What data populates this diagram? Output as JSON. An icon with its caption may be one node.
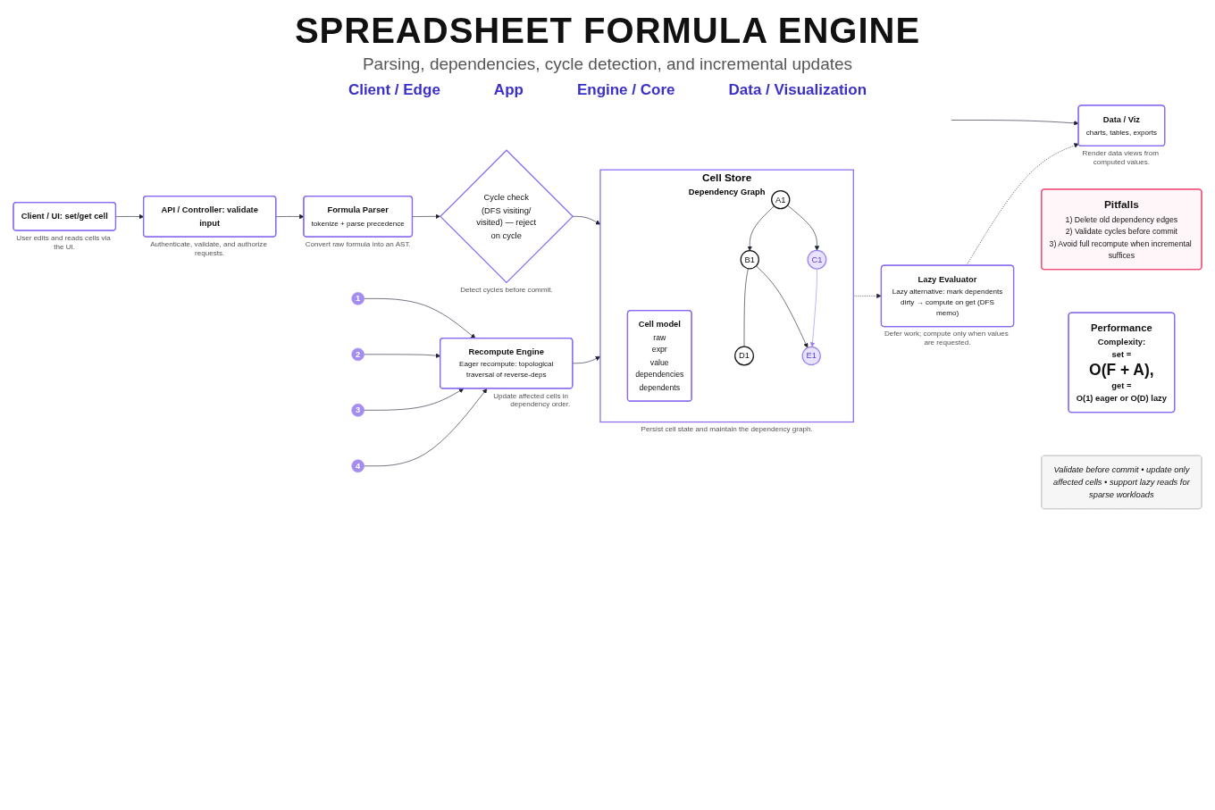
{
  "diagram": {
    "title": "SPREADSHEET FORMULA ENGINE",
    "nodes": [
      {
        "text": [
          "Client / UI: set/get cell"
        ],
        "beside": [
          "User edits and reads cells via the UI."
        ]
      },
      {
        "text": [
          "API / Controller: validate input"
        ],
        "beside": [
          "Authenticate, validate, and authorize requests."
        ]
      },
      {
        "text": [
          "Formula Parser",
          "tokenize + parse precedence"
        ],
        "beside": [
          "Convert raw formula into an AST."
        ]
      },
      {
        "text": [
          "Cycle check (DFS visiting/ visited) — reject on cycle"
        ],
        "beside": [
          "Detect cycles before commit."
        ]
      },
      {
        "text": [
          "Cell Store",
          "Dependency Graph"
        ],
        "beside": [
          "Persist cell state and maintain the dependency graph."
        ]
      },
      {
        "text": [
          "Cell model",
          "raw",
          "expr",
          "value",
          "dependencies",
          "dependents"
        ],
        "in": 4
      },
      {
        "text": [
          "A1"
        ],
        "in": 4
      },
      {
        "text": [
          "B1"
        ],
        "in": 4
      },
      {
        "text": [
          "C1"
        ],
        "in": 4
      },
      {
        "text": [
          "D1"
        ],
        "in": 4
      },
      {
        "text": [
          "E1"
        ],
        "in": 4
      },
      {
        "text": [
          "Recompute Engine",
          "Eager recompute: topological traversal of reverse-deps"
        ],
        "beside": [
          "Update affected cells in dependency order."
        ]
      },
      {
        "text": [
          "1"
        ]
      },
      {
        "text": [
          "2"
        ]
      },
      {
        "text": [
          "3"
        ]
      },
      {
        "text": [
          "4"
        ]
      },
      {
        "text": [
          "Data / Viz",
          "charts, tables, exports"
        ],
        "beside": [
          "Render data views from computed values."
        ]
      },
      {
        "text": [
          "Lazy Evaluator",
          "Lazy alternative: mark dependents dirty → compute on get (DFS memo)"
        ],
        "beside": [
          "Defer work; compute only when values are requested."
        ]
      },
      {
        "text": [
          "Pitfalls",
          "1) Delete old dependency edges",
          "2) Validate cycles before commit",
          "3) Avoid full recompute when incremental suffices"
        ]
      },
      {
        "text": [
          "Performance",
          "Complexity:",
          "set =",
          "O(F + A),",
          "get =",
          "O(1) eager or O(D) lazy"
        ]
      },
      {
        "text": [
          "Validate before commit • update only affected cells • support lazy reads for sparse workloads"
        ]
      }
    ],
    "edges": [
      {
        "from": 0,
        "to": 1,
        "arrow": "to"
      },
      {
        "from": 1,
        "to": 2,
        "arrow": "to"
      },
      {
        "from": 2,
        "to": 3,
        "arrow": "to"
      },
      {
        "from": 3,
        "to": 4,
        "arrow": "to"
      },
      {
        "from": 6,
        "to": 7,
        "arrow": "to"
      },
      {
        "from": 6,
        "to": 8,
        "arrow": "to"
      },
      {
        "from": 7,
        "to": 9,
        "arrow": "none"
      },
      {
        "from": 7,
        "to": 10,
        "arrow": "to"
      },
      {
        "from": 8,
        "to": 10,
        "arrow": "to",
        "color": "#9b82f0"
      },
      {
        "from": 11,
        "to": 4,
        "arrow": "to"
      },
      {
        "from": 12,
        "to": 11,
        "arrow": "to"
      },
      {
        "from": 13,
        "to": 11,
        "arrow": "to"
      },
      {
        "from": 14,
        "to": 11,
        "arrow": "to"
      },
      {
        "from": 15,
        "to": 11,
        "arrow": "to"
      },
      {
        "from": null,
        "to": 16,
        "arrow": "to"
      },
      {
        "from": 4,
        "to": 17,
        "arrow": "to",
        "style": "dashed"
      },
      {
        "from": 17,
        "to": 16,
        "arrow": "to",
        "style": "dashed"
      }
    ],
    "labels": [
      "Parsing, dependencies, cycle detection, and incremental updates",
      "Client / Edge",
      "App",
      "Engine / Core",
      "Data / Visualization"
    ]
  }
}
